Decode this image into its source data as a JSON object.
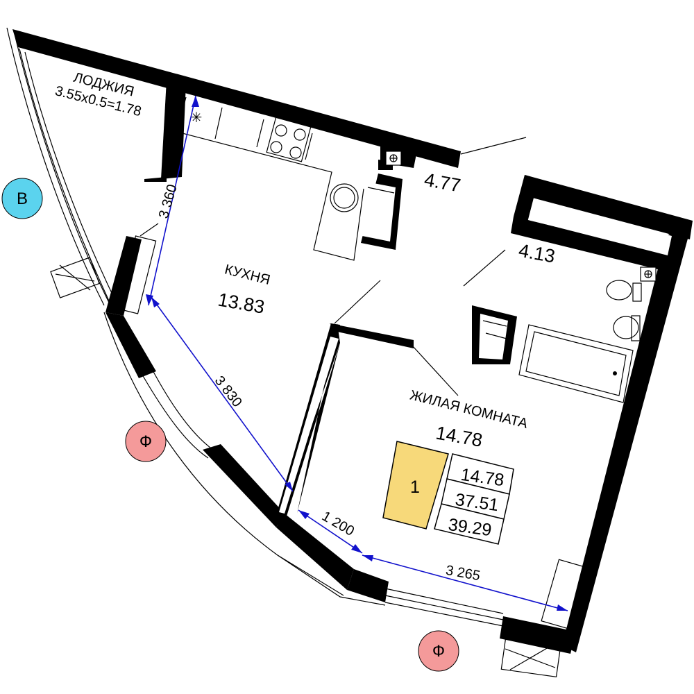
{
  "rooms": {
    "loggia": {
      "name": "ЛОДЖИЯ",
      "area_formula": "3.55х0.5=1.78"
    },
    "kitchen": {
      "name": "КУХНЯ",
      "area": "13.83"
    },
    "living": {
      "name": "ЖИЛАЯ КОМНАТА",
      "area": "14.78"
    },
    "hall": {
      "area": "4.77"
    },
    "bathroom": {
      "area": "4.13"
    }
  },
  "dimensions": {
    "kitchen_width": "3 360",
    "kitchen_length": "3 830",
    "living_short": "1 200",
    "living_width": "3 265"
  },
  "summary": {
    "rooms_count": "1",
    "living_area": "14.78",
    "total_area": "37.51",
    "total_with_loggia": "39.29",
    "rooms_count_color": "#f7d97a"
  },
  "badges": {
    "west": {
      "letter": "В",
      "color": "#5bd3ee"
    },
    "facade_1": {
      "letter": "Ф",
      "color": "#f49a9a"
    },
    "facade_2": {
      "letter": "Ф",
      "color": "#f49a9a"
    }
  }
}
